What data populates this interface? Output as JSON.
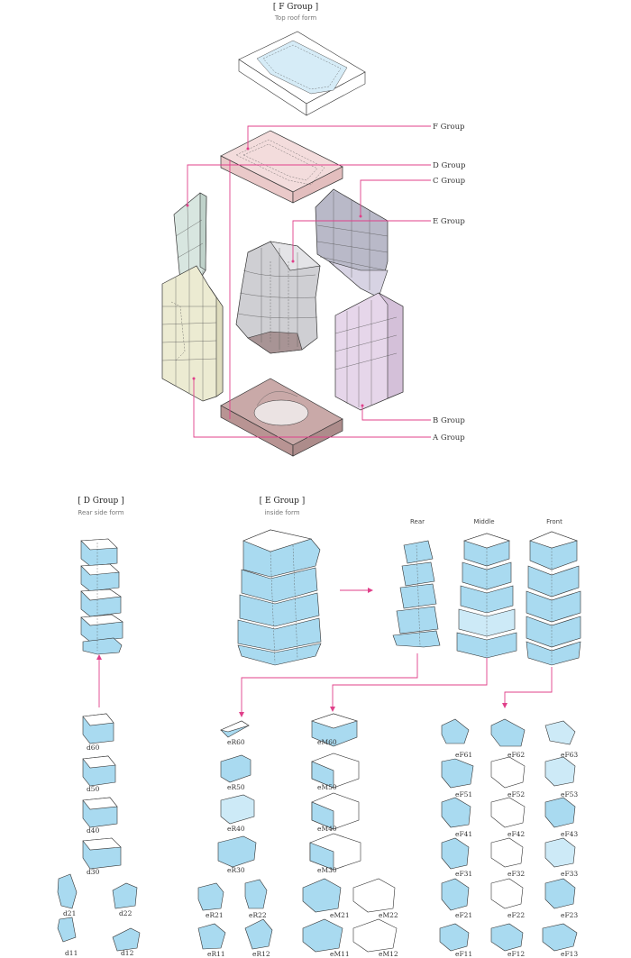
{
  "top": {
    "f_group_title": "[ F Group ]",
    "f_group_subtitle": "Top roof form"
  },
  "callouts": {
    "f_group": "F Group",
    "d_group": "D Group",
    "c_group": "C Group",
    "e_group": "E Group",
    "b_group": "B Group",
    "a_group": "A Group"
  },
  "d_section": {
    "title": "[ D Group ]",
    "subtitle": "Rear side form"
  },
  "e_section": {
    "title": "[ E Group ]",
    "subtitle": "inside form",
    "col_rear": "Rear",
    "col_middle": "Middle",
    "col_front": "Front"
  },
  "pieces": {
    "d": [
      "d60",
      "d50",
      "d40",
      "d30",
      "d21",
      "d22",
      "d11",
      "d12"
    ],
    "eR": [
      "eR60",
      "eR50",
      "eR40",
      "eR30",
      "eR21",
      "eR22",
      "eR11",
      "eR12"
    ],
    "eM": [
      "eM60",
      "eM50",
      "eM40",
      "eM30",
      "eM21",
      "eM22",
      "eM11",
      "eM12"
    ],
    "eF": [
      "eF61",
      "eF62",
      "eF63",
      "eF51",
      "eF52",
      "eF53",
      "eF41",
      "eF42",
      "eF43",
      "eF31",
      "eF32",
      "eF33",
      "eF21",
      "eF22",
      "eF23",
      "eF11",
      "eF12",
      "eF13"
    ]
  },
  "colors": {
    "accent_line": "#e0408a",
    "piece_fill": "#a9daf0",
    "group_a": "#ecebd2",
    "group_b": "#e6d6ea",
    "group_c": "#b9b9c8",
    "group_d": "#d8e6e0",
    "group_e": "#cfcfd3",
    "group_f": "#f3dcdc",
    "base": "#c9a9a8"
  }
}
